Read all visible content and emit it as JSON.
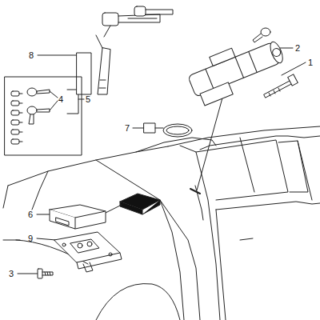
{
  "diagram": {
    "labels": [
      "8",
      "2",
      "1",
      "7",
      "4",
      "5",
      "6",
      "9",
      "3"
    ]
  }
}
